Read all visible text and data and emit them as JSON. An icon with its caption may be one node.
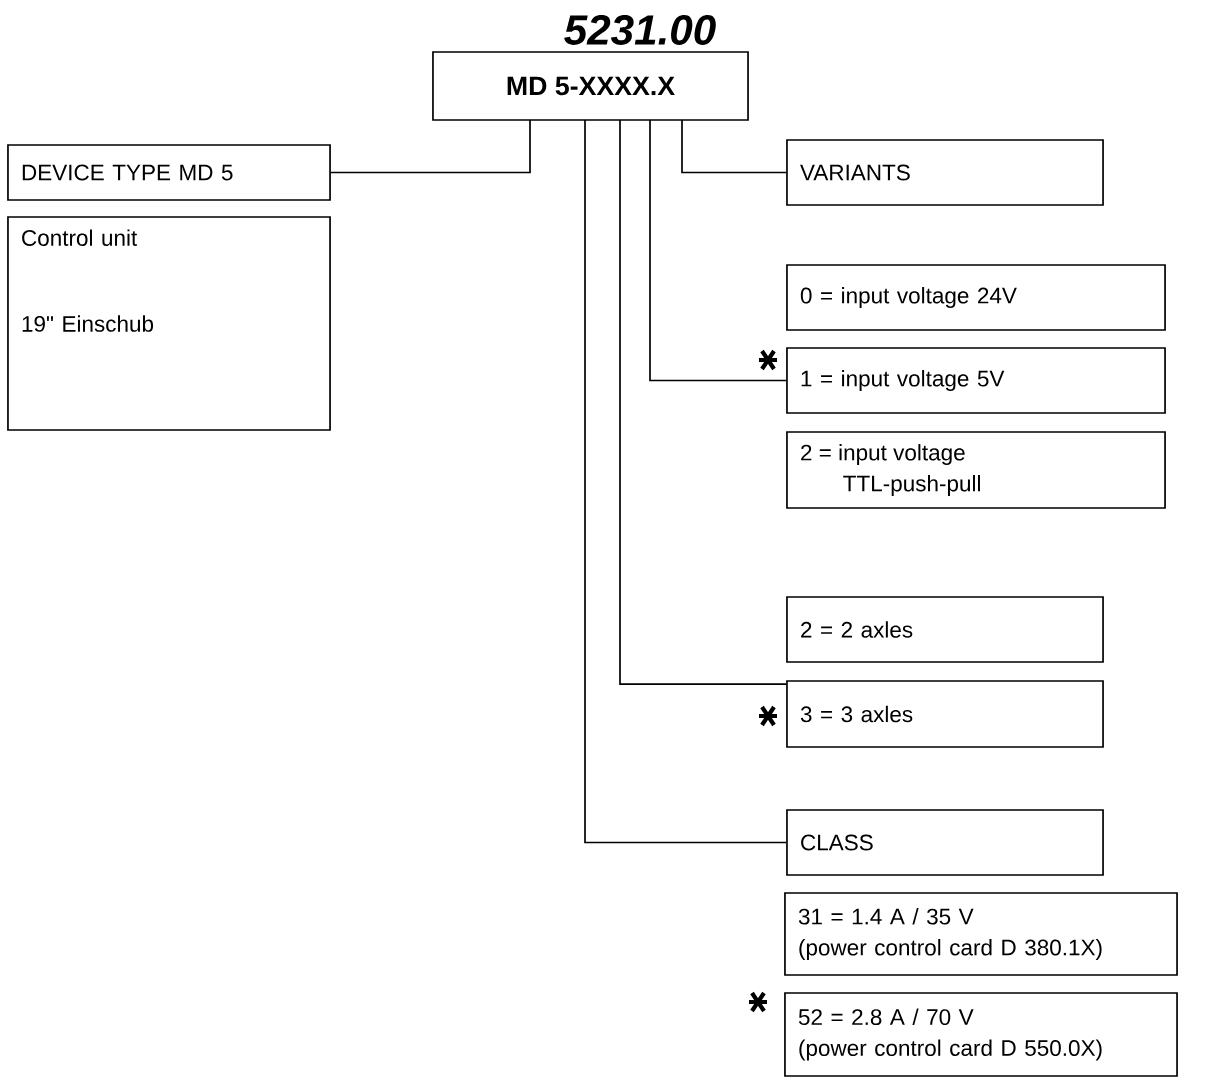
{
  "diagram": {
    "nodes": [
      {
        "text": [
          "MD 5-XXXX.X"
        ]
      },
      {
        "text": [
          "DEVICE TYPE MD 5"
        ]
      },
      {
        "text": [
          "Control unit",
          "19\" Einschub"
        ]
      },
      {
        "text": [
          "VARIANTS"
        ]
      },
      {
        "text": [
          "0 = input voltage 24V"
        ]
      },
      {
        "text": [
          "1 = input voltage 5V"
        ]
      },
      {
        "text": [
          "2 = input voltage TTL-push-pull"
        ]
      },
      {
        "text": [
          "2 = 2 axles"
        ]
      },
      {
        "text": [
          "3 = 3 axles"
        ]
      },
      {
        "text": [
          "CLASS"
        ]
      },
      {
        "text": [
          "31 = 1.4 A / 35 V",
          "(power control card D 380.1X)"
        ]
      },
      {
        "text": [
          "52 = 2.8 A / 70 V",
          "(power control card D 550.0X)"
        ]
      }
    ],
    "edges": [
      {
        "from": 0,
        "to": 1,
        "arrow": "none"
      },
      {
        "from": 0,
        "to": 9,
        "arrow": "none"
      },
      {
        "from": 0,
        "to": 8,
        "arrow": "none"
      },
      {
        "from": 0,
        "to": 5,
        "arrow": "none"
      },
      {
        "from": 0,
        "to": 3,
        "arrow": "none"
      }
    ],
    "labels": [
      "5231.00"
    ]
  }
}
